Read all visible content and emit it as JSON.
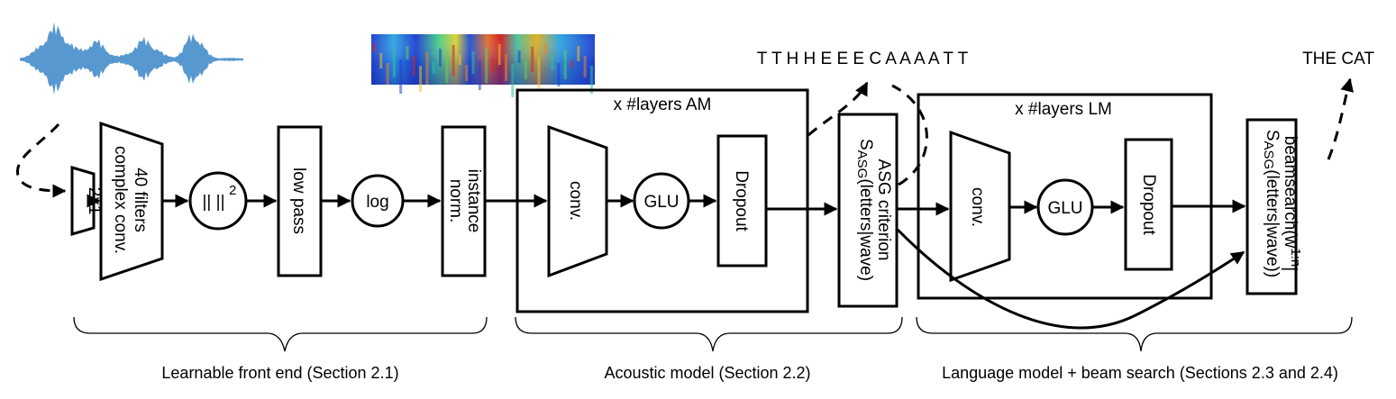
{
  "stages": {
    "conv_2x1": "2x1",
    "complex_conv_line1": "40 filters",
    "complex_conv_line2": "complex conv.",
    "modulus": "|| ||",
    "modulus_exp": "2",
    "low_pass": "low pass",
    "log": "log",
    "instance_norm_line1": "instance",
    "instance_norm_line2": "norm."
  },
  "acoustic_model": {
    "title": "x #layers AM",
    "conv": "conv.",
    "glu": "GLU",
    "dropout": "Dropout"
  },
  "asg": {
    "line1": "ASG criterion",
    "s": "S",
    "sub": "ASG",
    "args": "(letters|wave)"
  },
  "language_model": {
    "title": "x #layers LM",
    "conv": "conv.",
    "glu": "GLU",
    "dropout": "Dropout"
  },
  "beam": {
    "line1": "beamsearch(w",
    "sup": "1:n",
    "bar": "|",
    "s": "S",
    "sub": "ASG",
    "args": "(letters|wave))"
  },
  "outputs": {
    "letters": "T T H H E E E C A A A A T T",
    "words": "THE CAT"
  },
  "captions": {
    "front_end": "Learnable front end (Section 2.1)",
    "acoustic": "Acoustic model (Section 2.2)",
    "language": "Language model + beam search (Sections 2.3 and 2.4)"
  },
  "colors": {
    "waveform": "#3a86c8",
    "stroke": "#000000"
  }
}
